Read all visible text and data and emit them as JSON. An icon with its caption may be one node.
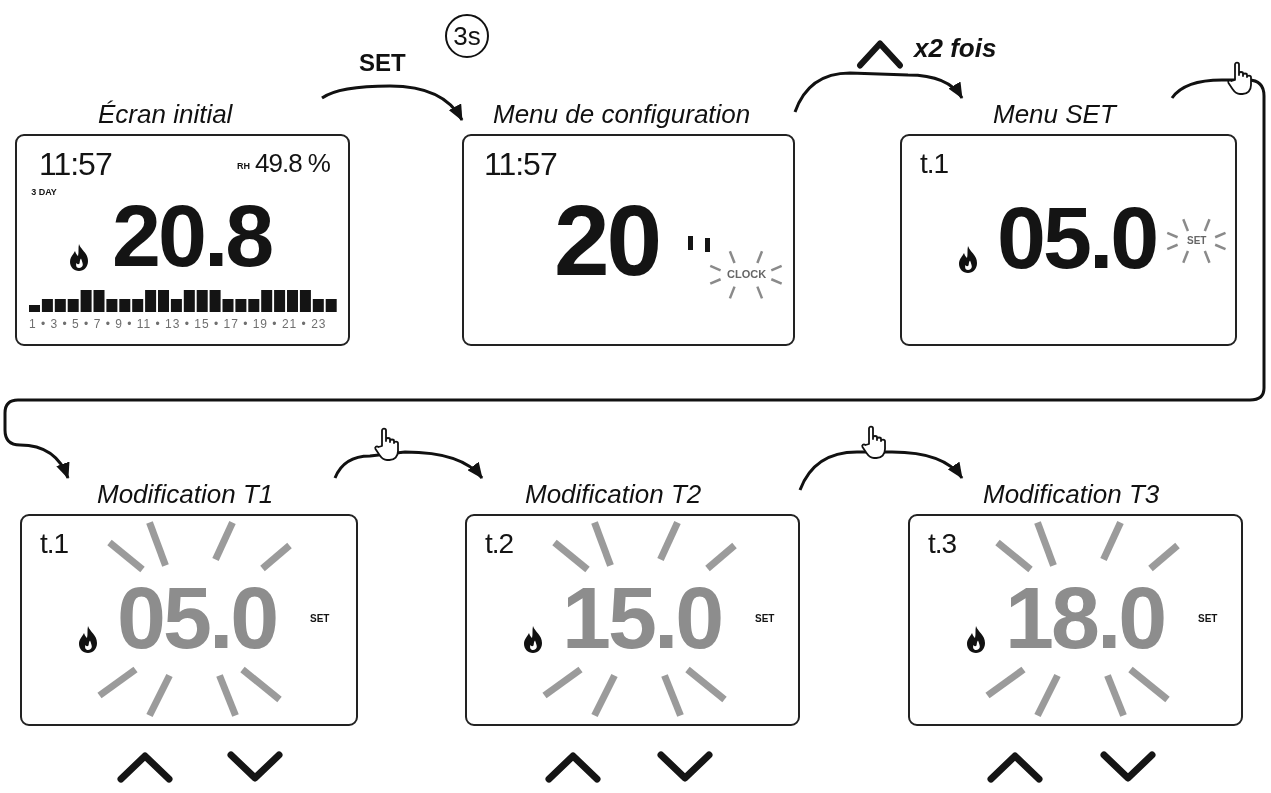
{
  "diagram": {
    "nodes": [
      {
        "text": [
          "Écran initial",
          "11:57",
          "RH",
          "49.8 %",
          "3 DAY",
          "20.8",
          "1 • 3 • 5 • 7 • 9 • 11 • 13 • 15 • 17 • 19 • 21 • 23"
        ]
      },
      {
        "text": [
          "Menu de configuration",
          "11:57",
          "20",
          "CLOCK"
        ]
      },
      {
        "text": [
          "Menu SET",
          "t.1",
          "05.0",
          "SET"
        ]
      },
      {
        "text": [
          "Modification T1",
          "t.1",
          "05.0",
          "SET"
        ]
      },
      {
        "text": [
          "Modification T2",
          "t.2",
          "15.0",
          "SET"
        ]
      },
      {
        "text": [
          "Modification T3",
          "t.3",
          "18.0",
          "SET"
        ]
      }
    ],
    "edges": [
      {
        "from": 0,
        "to": 1,
        "arrow": "to",
        "label": "SET"
      },
      {
        "from": 1,
        "to": 2,
        "arrow": "to",
        "label": "x2 fois"
      },
      {
        "from": 2,
        "to": 3,
        "arrow": "to"
      },
      {
        "from": 3,
        "to": 4,
        "arrow": "to"
      },
      {
        "from": 4,
        "to": 5,
        "arrow": "to"
      }
    ],
    "labels": [
      "3s"
    ]
  }
}
